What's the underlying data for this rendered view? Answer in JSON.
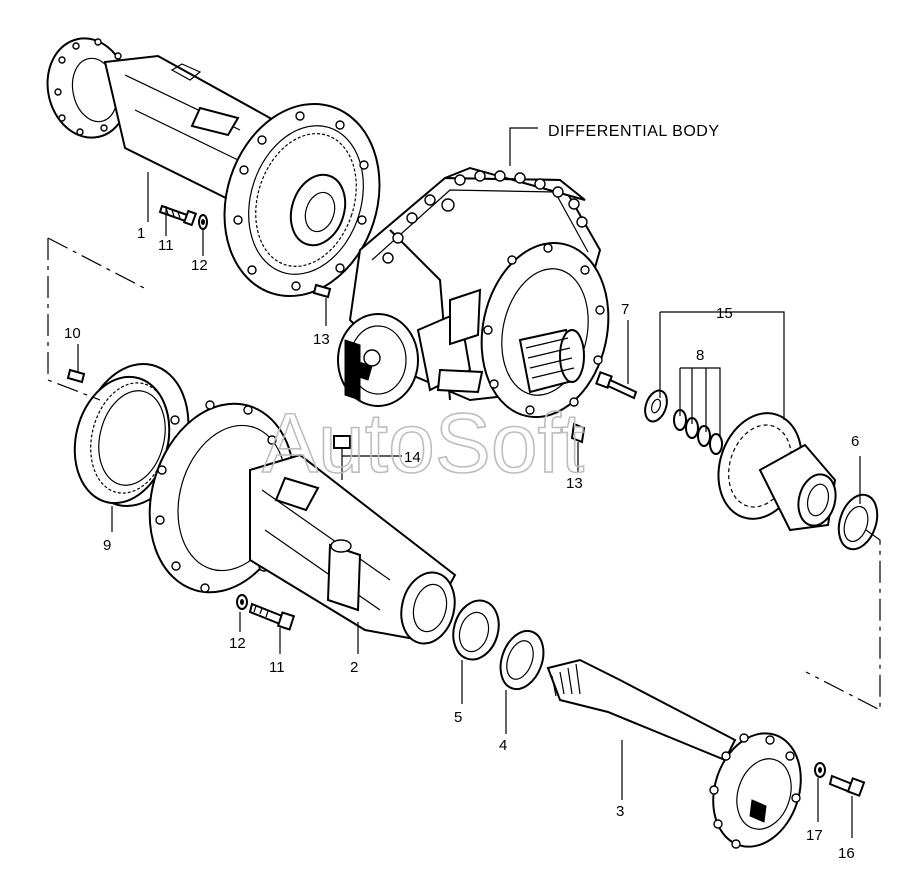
{
  "diagram": {
    "group_label": "DIFFERENTIAL BODY",
    "watermark": "AutoSoft",
    "callouts": {
      "p1": "1",
      "p2": "2",
      "p3": "3",
      "p4": "4",
      "p5": "5",
      "p6": "6",
      "p7": "7",
      "p8": "8",
      "p9": "9",
      "p10": "10",
      "p11a": "11",
      "p11b": "11",
      "p12a": "12",
      "p12b": "12",
      "p13a": "13",
      "p13b": "13",
      "p14": "14",
      "p15": "15",
      "p16": "16",
      "p17": "17"
    }
  }
}
